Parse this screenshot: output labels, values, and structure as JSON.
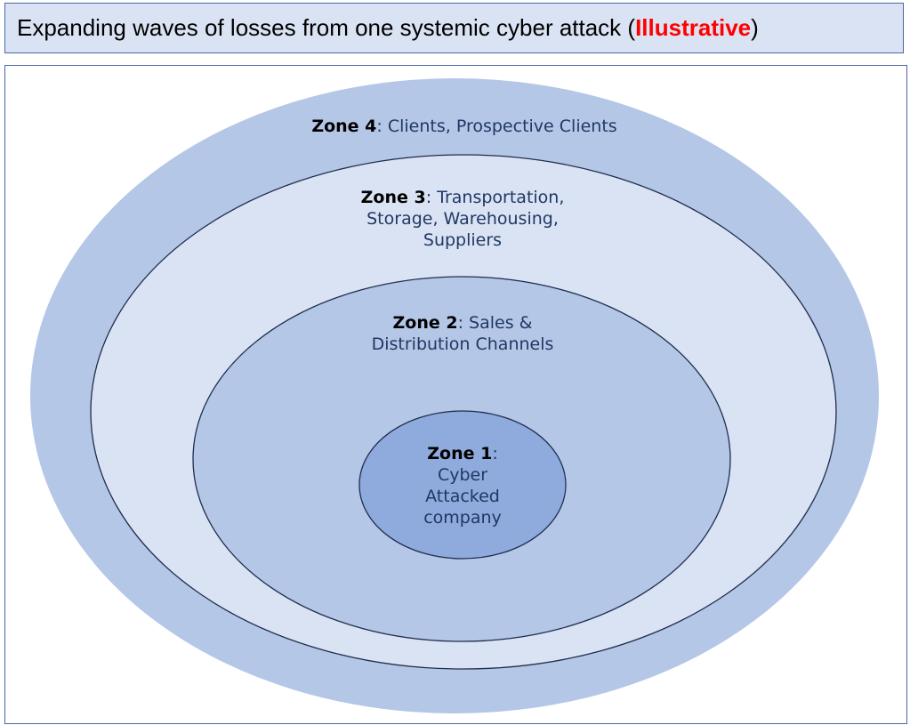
{
  "title": {
    "text": "Expanding waves of losses from one systemic cyber attack (",
    "highlight": "Illustrative",
    "close": ")"
  },
  "colors": {
    "zone4": "#b4c7e7",
    "zone3": "#dae3f3",
    "zone2": "#b4c7e7",
    "zone1": "#8faadc",
    "stroke": "#1f2d4e",
    "highlight": "#ff0000"
  },
  "zones": [
    {
      "name": "Zone 4",
      "desc": "Clients, Prospective Clients"
    },
    {
      "name": "Zone 3",
      "desc_lines": [
        "Transportation,",
        "Storage, Warehousing,",
        "Suppliers"
      ]
    },
    {
      "name": "Zone 2",
      "desc_lines": [
        "Sales &",
        "Distribution Channels"
      ]
    },
    {
      "name": "Zone 1",
      "desc_lines": [
        "Cyber",
        "Attacked",
        "company"
      ]
    }
  ]
}
